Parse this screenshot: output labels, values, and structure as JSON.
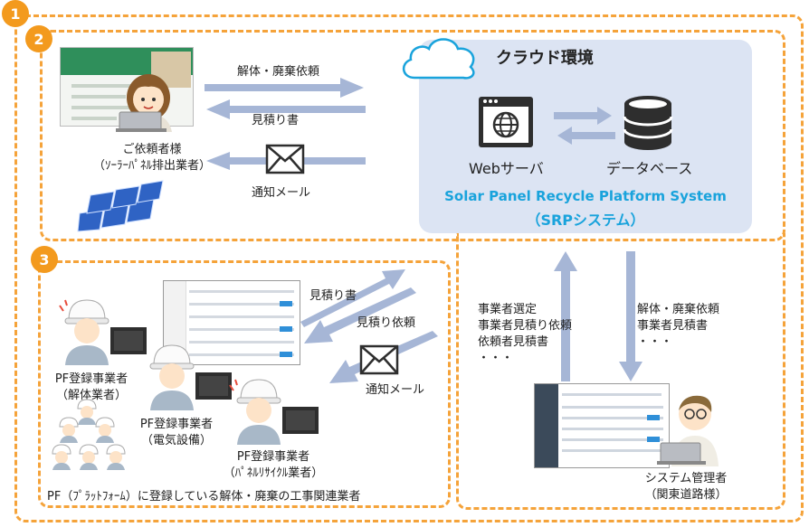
{
  "badges": [
    "1",
    "2",
    "3"
  ],
  "cloud": {
    "title": "クラウド環境",
    "web_server": "Webサーバ",
    "database": "データベース",
    "system_name": "Solar Panel Recycle Platform System",
    "system_abbr": "（SRPシステム）"
  },
  "requester": {
    "name": "ご依頼者様",
    "sub": "（ｿｰﾗｰﾊﾟﾈﾙ排出業者）"
  },
  "flows_top": {
    "request": "解体・廃棄依頼",
    "estimate": "見積り書",
    "notify": "通知メール"
  },
  "flows_bottom": {
    "estimate": "見積り書",
    "estimate_request": "見積り依頼",
    "notify": "通知メール"
  },
  "vertical_left": {
    "lines": [
      "事業者選定",
      "事業者見積り依頼",
      "依頼者見積書",
      "・・・"
    ]
  },
  "vertical_right": {
    "lines": [
      "解体・廃棄依頼",
      "事業者見積書",
      "・・・"
    ]
  },
  "workers": [
    {
      "name": "PF登録事業者",
      "sub": "（解体業者）"
    },
    {
      "name": "PF登録事業者",
      "sub": "（電気設備）"
    },
    {
      "name": "PF登録事業者",
      "sub": "（ﾊﾟﾈﾙﾘｻｲｸﾙ業者）"
    }
  ],
  "footer_note": "PF（ﾌﾟﾗｯﾄﾌｫｰﾑ）に登録している解体・廃棄の工事関連業者",
  "admin": {
    "name": "システム管理者",
    "sub": "（関東道路様）"
  },
  "colors": {
    "dash": "#f5a33a",
    "badge": "#f39a1e",
    "cloud_bg": "#dce4f3",
    "arrow": "#a6b6d6",
    "accent_text": "#19a3dc"
  }
}
